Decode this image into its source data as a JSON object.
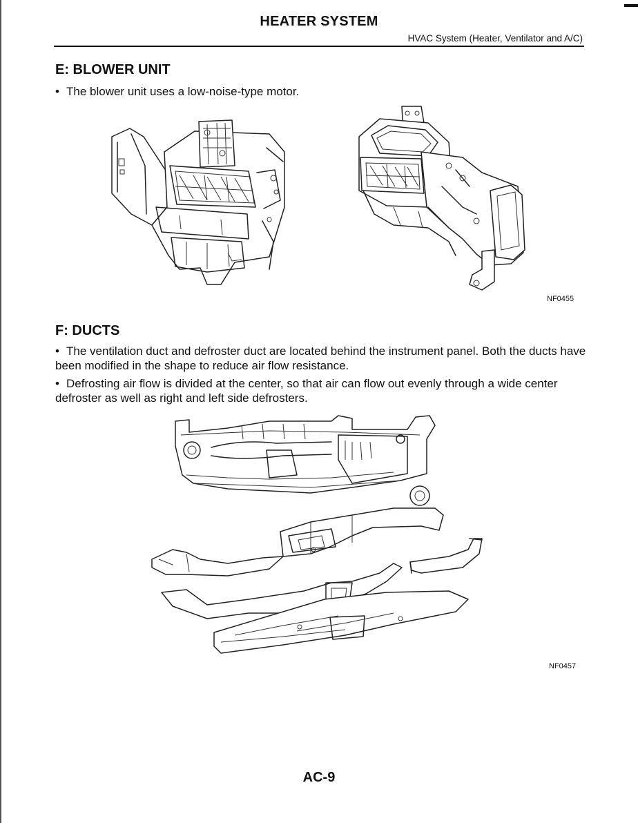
{
  "header": {
    "title": "HEATER SYSTEM",
    "subtitle": "HVAC System (Heater, Ventilator and A/C)"
  },
  "section_e": {
    "heading": "E: BLOWER UNIT",
    "bullets": [
      "The blower unit uses a low-noise-type motor."
    ],
    "figure_id": "NF0455"
  },
  "section_f": {
    "heading": "F: DUCTS",
    "bullets": [
      "The ventilation duct and defroster duct are located behind the instrument panel. Both the ducts have been modified in the shape to reduce air flow resistance.",
      "Defrosting air flow is divided at the center, so that air can flow out evenly through a wide center defroster as well as right and left side defrosters."
    ],
    "figure_id": "NF0457"
  },
  "footer": {
    "page_number": "AC-9"
  }
}
